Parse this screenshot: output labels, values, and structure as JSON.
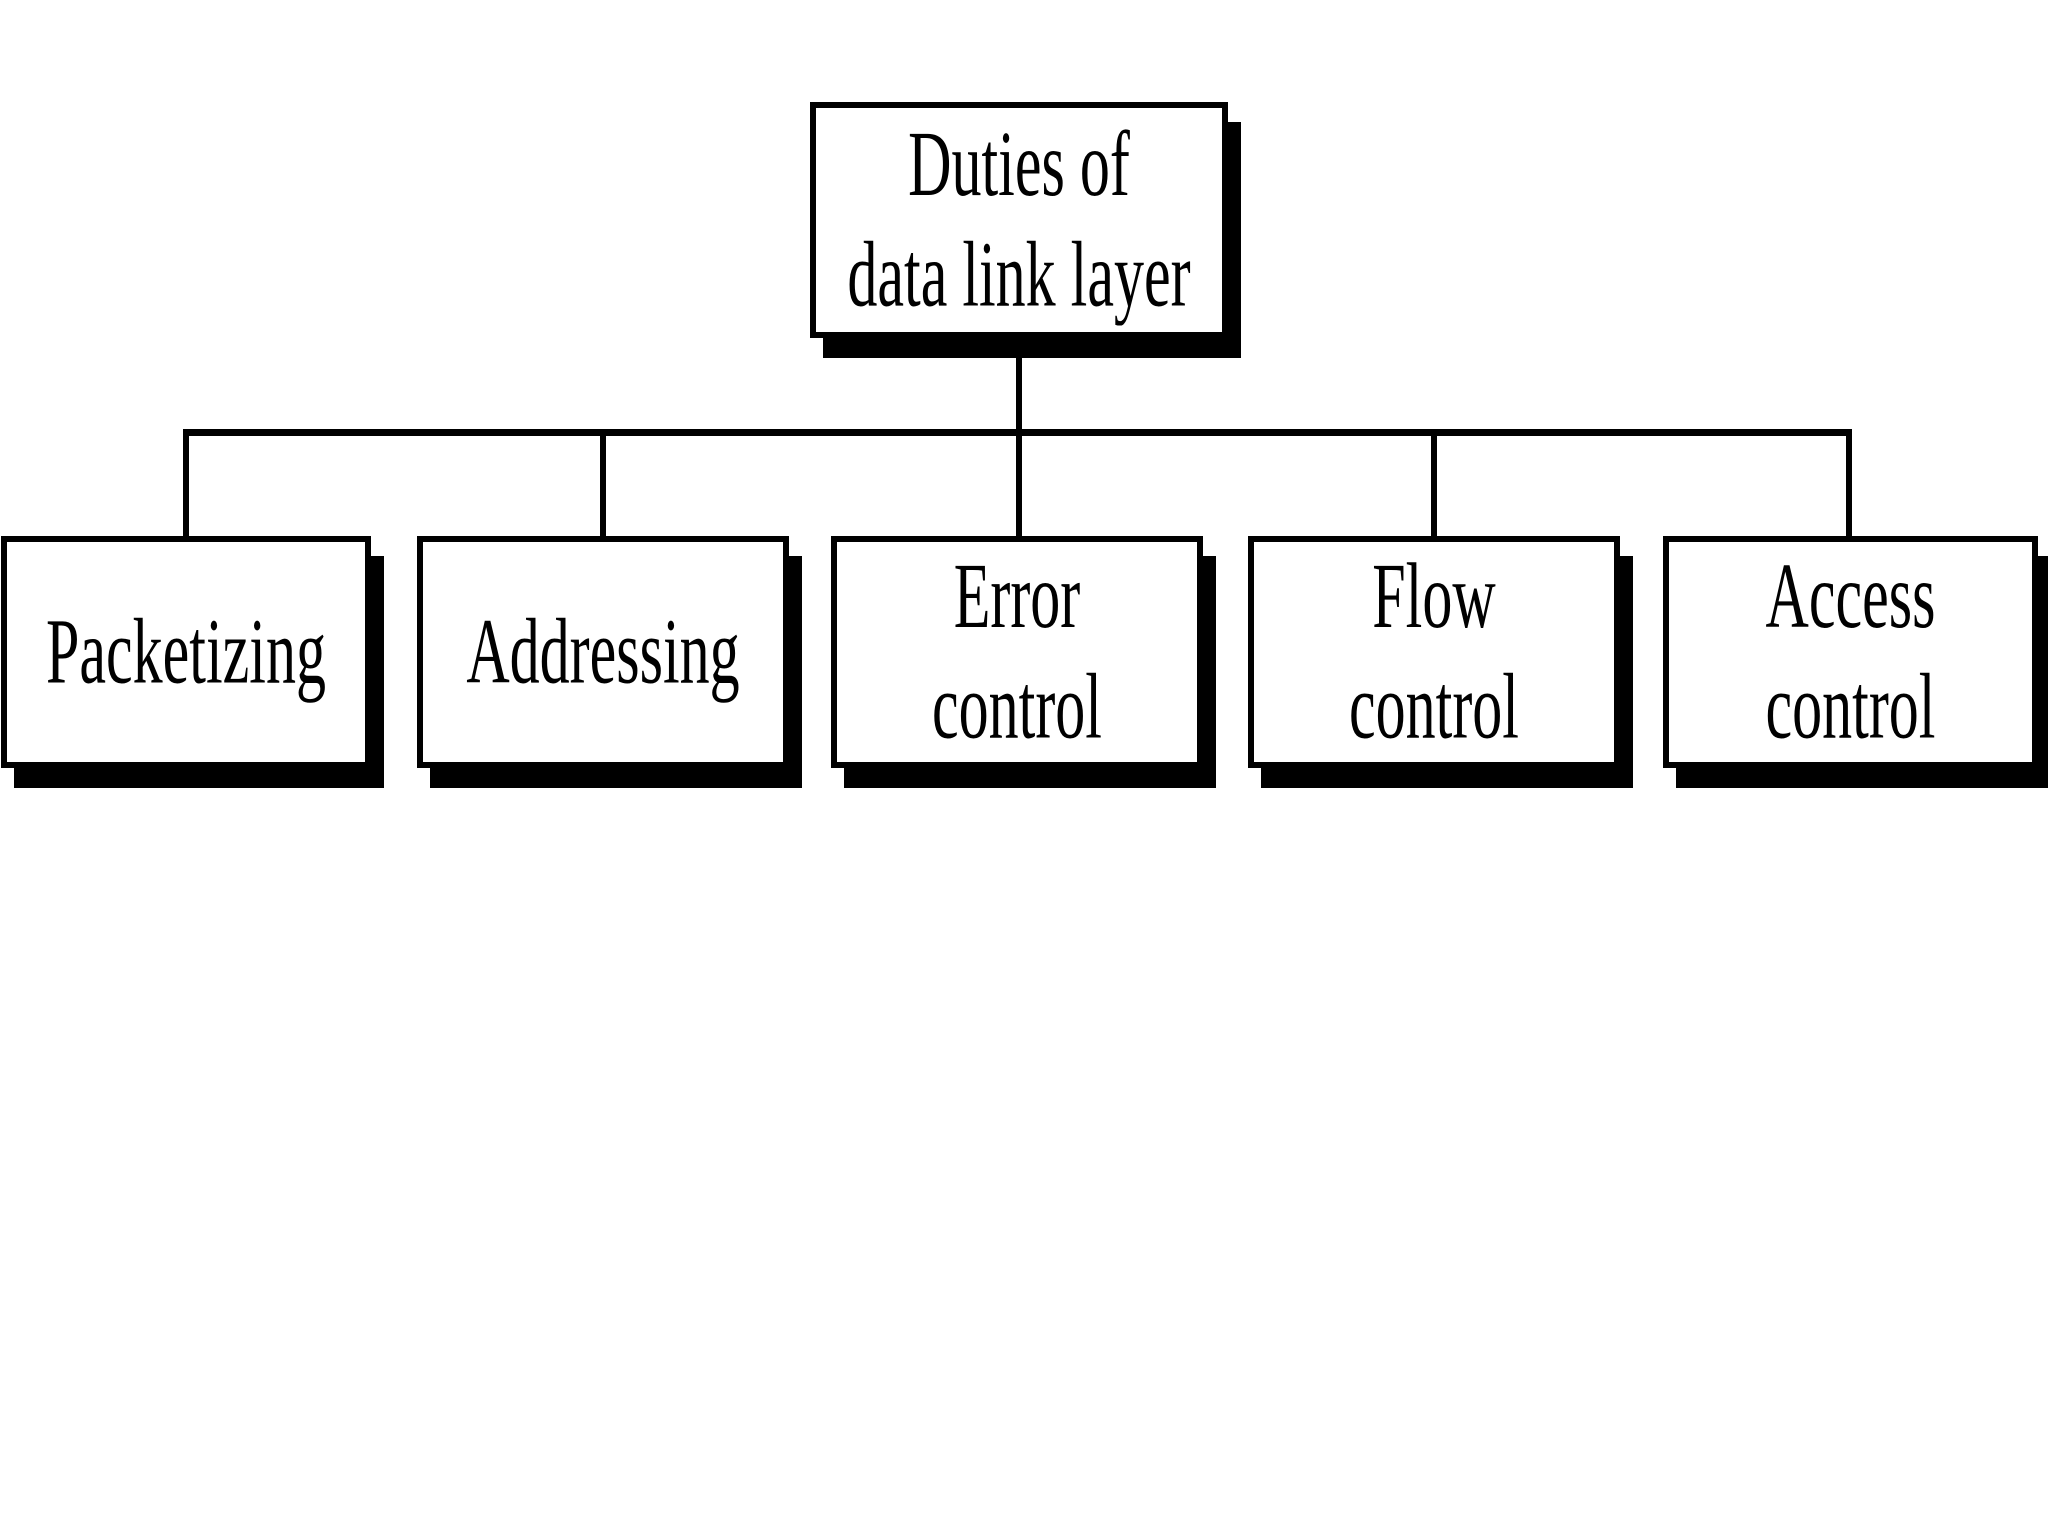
{
  "diagram": {
    "root": {
      "lines": [
        "Duties of",
        "data link layer"
      ]
    },
    "children": [
      {
        "lines": [
          "Packetizing"
        ]
      },
      {
        "lines": [
          "Addressing"
        ]
      },
      {
        "lines": [
          "Error",
          "control"
        ]
      },
      {
        "lines": [
          "Flow",
          "control"
        ]
      },
      {
        "lines": [
          "Access",
          "control"
        ]
      }
    ],
    "colors": {
      "page_background": "#ffffff",
      "box_background": "#ffffff",
      "box_border": "#000000",
      "box_shadow": "#000000",
      "connector": "#000000",
      "text": "#000000"
    }
  }
}
